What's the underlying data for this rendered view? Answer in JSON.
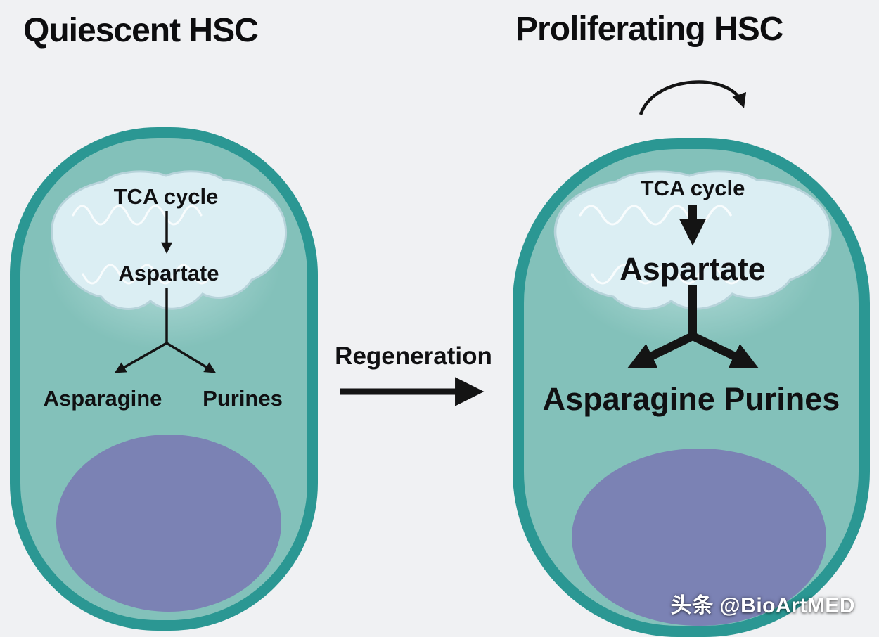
{
  "titles": {
    "left": "Quiescent HSC",
    "right": "Proliferating HSC"
  },
  "center": {
    "label": "Regeneration"
  },
  "left_cell": {
    "tca": "TCA cycle",
    "aspartate": "Aspartate",
    "asparagine": "Asparagine",
    "purines": "Purines"
  },
  "right_cell": {
    "tca": "TCA cycle",
    "aspartate": "Aspartate",
    "asparagine": "Asparagine",
    "purines": "Purines"
  },
  "watermark": "头条 @BioArtMED",
  "colors": {
    "background": "#f0f1f3",
    "cell_border": "#2b9793",
    "cell_fill": "#83c1ba",
    "mitochondria_fill": "#dbeef3",
    "mitochondria_stroke": "#b7d3da",
    "nucleus": "#7b82b4",
    "arrow": "#141414",
    "text": "#101012"
  }
}
